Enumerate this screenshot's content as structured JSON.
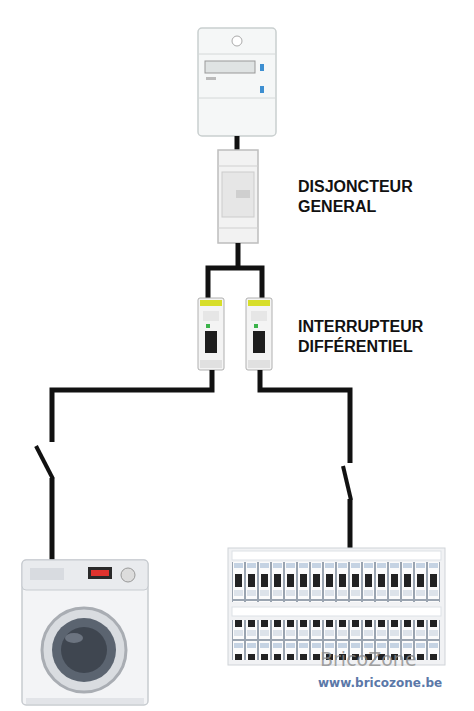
{
  "diagram": {
    "nodes": [
      {
        "text": [
          "DISJONCTEUR GENERAL"
        ]
      },
      {
        "text": [
          "INTERRUPTEUR DIFFÉRENTIEL"
        ]
      }
    ],
    "edges": [
      {
        "from": 0,
        "to": 1,
        "arrow": "none"
      }
    ],
    "labels": [
      "BricoZone",
      "www.bricozone.be"
    ]
  }
}
